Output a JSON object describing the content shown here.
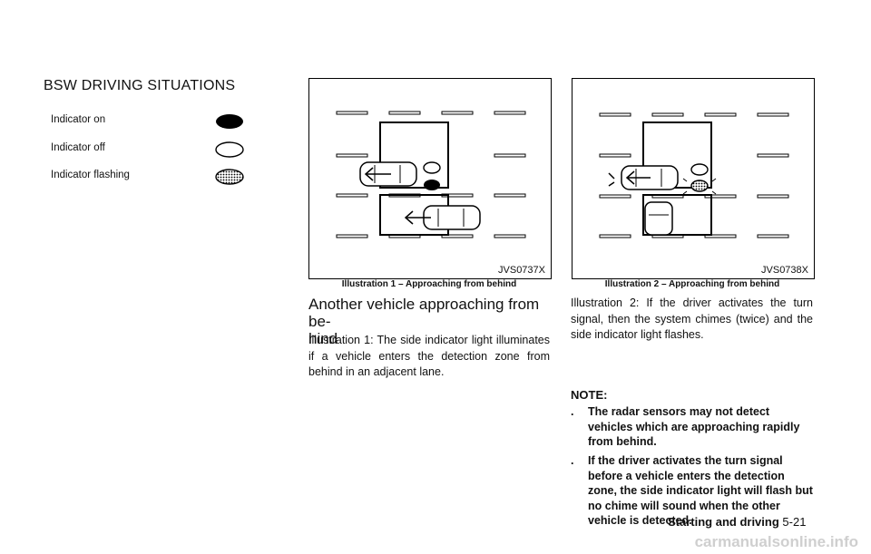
{
  "heading": "BSW DRIVING SITUATIONS",
  "legend": [
    {
      "label": "Indicator on",
      "state": "on"
    },
    {
      "label": "Indicator off",
      "state": "off"
    },
    {
      "label": "Indicator flashing",
      "state": "flashing"
    }
  ],
  "illustration1": {
    "code": "JVS0737X",
    "caption": "Illustration 1 – Approaching from behind"
  },
  "illustration2": {
    "code": "JVS0738X",
    "caption": "Illustration 2 – Approaching from behind"
  },
  "section_title": "Another vehicle approaching from be-hind",
  "section_title_line1": "Another vehicle approaching from be-",
  "section_title_line2": "hind",
  "paragraph1": "Illustration 1: The side indicator light illuminates if a vehicle enters the detection zone from behind in an adjacent lane.",
  "paragraph2": "Illustration 2: If the driver activates the turn signal, then the system chimes (twice) and the side indicator light flashes.",
  "note_label": "NOTE:",
  "notes": [
    "The radar sensors may not detect vehicles which are approaching rapidly from behind.",
    "If the driver activates the turn signal before a vehicle enters the detection zone, the side indicator light will flash but no chime will sound when the other vehicle is detected."
  ],
  "bullet_char": ".",
  "footer": {
    "section": "Starting and driving",
    "page": "5-21"
  },
  "watermark": "carmanualsonline.info"
}
